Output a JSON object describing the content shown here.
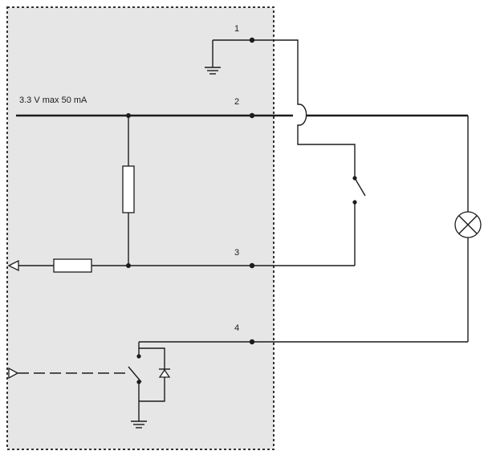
{
  "diagram": {
    "supply_label": "3.3 V max 50 mA",
    "pins": [
      {
        "number": "1"
      },
      {
        "number": "2"
      },
      {
        "number": "3"
      },
      {
        "number": "4"
      }
    ],
    "colors": {
      "module_fill": "#e6e6e6",
      "module_border": "#333333",
      "wire": "#1c1c1c"
    },
    "icons": [
      "ground-icon",
      "resistor-icon",
      "switch-icon",
      "lamp-icon",
      "diode-icon",
      "arrow-icon"
    ]
  }
}
